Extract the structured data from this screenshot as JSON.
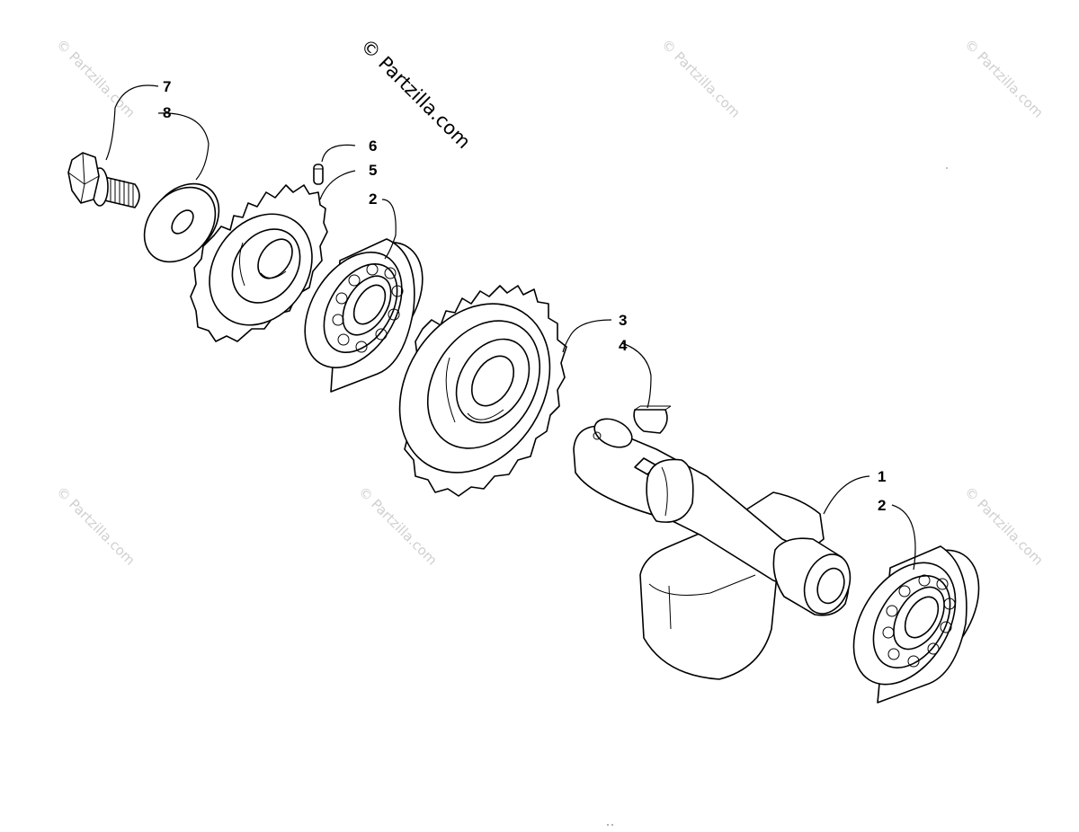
{
  "watermark": {
    "main": "© Partzilla.com",
    "repeat": "© Partzilla.com"
  },
  "callouts": {
    "c7": "7",
    "c8": "8",
    "c6": "6",
    "c5": "5",
    "c2_top": "2",
    "c3": "3",
    "c4": "4",
    "c1": "1",
    "c2_bottom": "2"
  },
  "parts": [
    {
      "ref": "1",
      "icon": "kick-shaft-arm-icon"
    },
    {
      "ref": "2",
      "icon": "ball-bearing-icon"
    },
    {
      "ref": "3",
      "icon": "large-gear-icon"
    },
    {
      "ref": "4",
      "icon": "woodruff-key-icon"
    },
    {
      "ref": "5",
      "icon": "small-gear-icon"
    },
    {
      "ref": "6",
      "icon": "pin-icon"
    },
    {
      "ref": "7",
      "icon": "flange-bolt-icon"
    },
    {
      "ref": "8",
      "icon": "washer-icon"
    }
  ]
}
